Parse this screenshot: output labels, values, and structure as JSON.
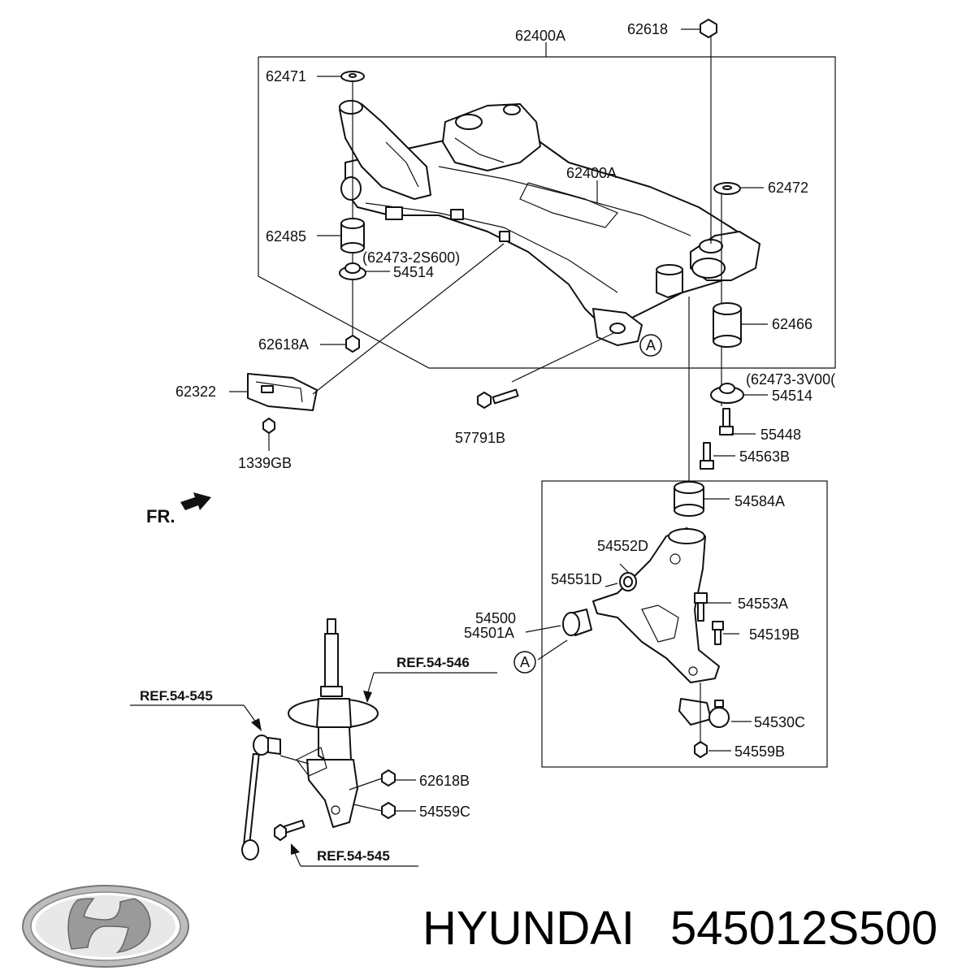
{
  "labels": {
    "subframe_top": "62400A",
    "subframe_mid": "62400A",
    "nut_top": "62618",
    "washer_left": "62471",
    "washer_right": "62472",
    "bushing_left": "62485",
    "bushing_left_ref": "(62473-2S600)",
    "stopper_left": "54514",
    "nut_left": "62618A",
    "bushing_right": "62466",
    "bushing_right_ref": "(62473-3V00(",
    "stopper_right": "54514",
    "bracket": "62322",
    "bracket_bolt": "1339GB",
    "bolt_57791b": "57791B",
    "bolt_55448": "55448",
    "bolt_54563b": "54563B",
    "bush_54584a": "54584A",
    "bush_54552d": "54552D",
    "bush_54551d": "54551D",
    "arm_54500": "54500",
    "arm_54501a": "54501A",
    "bolt_54553a": "54553A",
    "bolt_54519b": "54519B",
    "balljoint": "54530C",
    "nut_54559b": "54559B",
    "nut_62618b": "62618B",
    "nut_54559c": "54559C",
    "circle_a1": "A",
    "circle_a2": "A",
    "ref_546": "REF.54-546",
    "ref_545_top": "REF.54-545",
    "ref_545_bottom": "REF.54-545",
    "front": "FR."
  },
  "brand": {
    "name": "HYUNDAI",
    "part_number": "545012S500",
    "logo": "hyundai-logo"
  }
}
